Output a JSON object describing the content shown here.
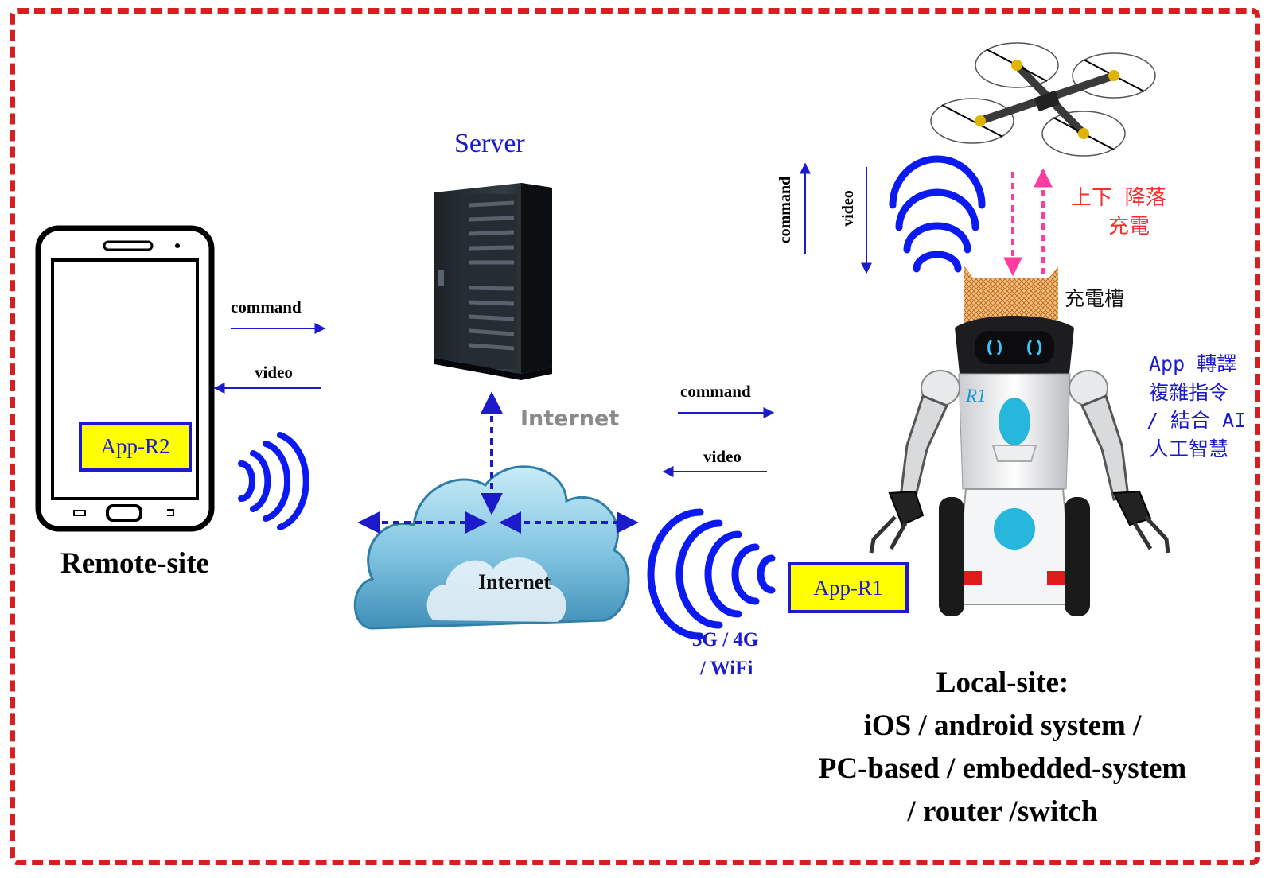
{
  "remote_site": {
    "label": "Remote-site",
    "app": "App-R2",
    "command": "command",
    "video": "video"
  },
  "server": {
    "label": "Server"
  },
  "internet": {
    "cloud_label": "Internet",
    "faded_label": "Internet"
  },
  "local_link": {
    "command": "command",
    "video": "video",
    "network_line1": "3G / 4G",
    "network_line2": "/ WiFi",
    "app": "App-R1"
  },
  "drone_link": {
    "command": "command",
    "video": "video",
    "drone_action_line1": "上下 降落",
    "drone_action_line2": "充電",
    "charging_slot": "充電槽"
  },
  "robot": {
    "id": "R1",
    "note_lines": [
      "App 轉譯",
      "複雜指令",
      "/ 結合 AI",
      "人工智慧"
    ]
  },
  "local_site": {
    "lines": [
      "Local-site:",
      "iOS / android system /",
      "PC-based / embedded-system",
      "/ router /switch"
    ]
  },
  "colors": {
    "frame": "#d42020",
    "arrow_blue": "#1b1bcc",
    "wave_blue": "#0a1af0",
    "pink_arrow": "#ff3da0",
    "red_text": "#ff2a2a",
    "app_fill": "#ffff00"
  },
  "icons": [
    "smartphone-icon",
    "server-tower-icon",
    "cloud-icon",
    "wifi-wave-icon",
    "robot-icon",
    "drone-icon"
  ]
}
